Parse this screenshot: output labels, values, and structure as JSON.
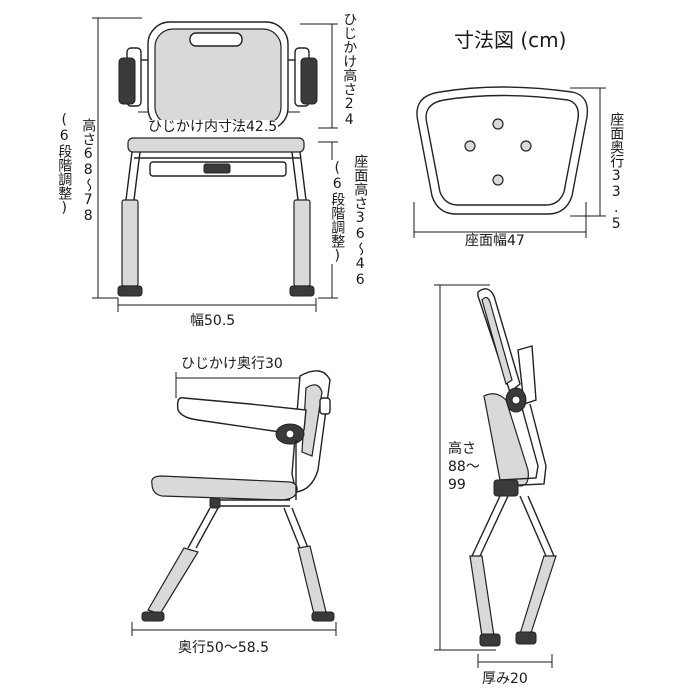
{
  "title": "寸法図 (cm)",
  "front_view": {
    "height_label": "高さ68～78",
    "height_note": "(6段階調整)",
    "armrest_height": "ひじかけ高さ24",
    "armrest_inner": "ひじかけ内寸法42.5",
    "seat_height": "座面高さ36～46",
    "seat_height_note": "(6段階調整)",
    "width": "幅50.5"
  },
  "seat_top_view": {
    "depth": "座面奥行33.5",
    "width": "座面幅47"
  },
  "side_view": {
    "armrest_depth": "ひじかけ奥行30",
    "depth": "奥行50～58.5"
  },
  "folded_view": {
    "height": "高さ88～99",
    "thickness": "厚み20"
  }
}
